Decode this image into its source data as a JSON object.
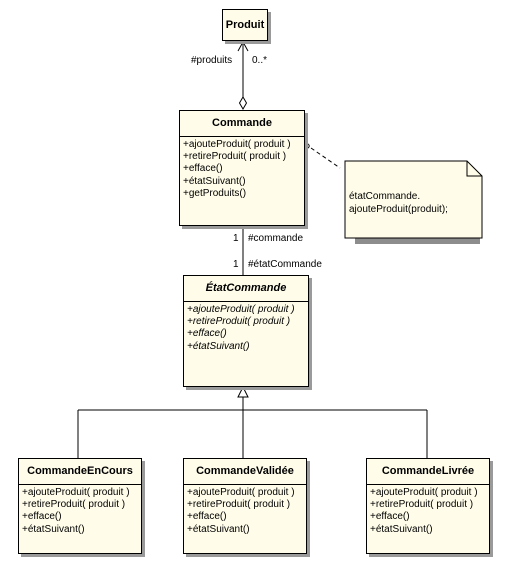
{
  "classes": {
    "produit": {
      "name": "Produit"
    },
    "commande": {
      "name": "Commande",
      "operations": [
        "+ajouteProduit( produit )",
        "+retireProduit( produit )",
        "+efface()",
        "+étatSuivant()",
        "+getProduits()"
      ]
    },
    "etat_commande": {
      "name": "ÉtatCommande",
      "operations": [
        "+ajouteProduit( produit )",
        "+retireProduit( produit )",
        "+efface()",
        "+étatSuivant()"
      ]
    },
    "commande_en_cours": {
      "name": "CommandeEnCours",
      "operations": [
        "+ajouteProduit( produit )",
        "+retireProduit( produit )",
        "+efface()",
        "+étatSuivant()"
      ]
    },
    "commande_validee": {
      "name": "CommandeValidée",
      "operations": [
        "+ajouteProduit( produit )",
        "+retireProduit( produit )",
        "+efface()",
        "+étatSuivant()"
      ]
    },
    "commande_livree": {
      "name": "CommandeLivrée",
      "operations": [
        "+ajouteProduit( produit )",
        "+retireProduit( produit )",
        "+efface()",
        "+étatSuivant()"
      ]
    }
  },
  "associations": {
    "produits": {
      "role": "#produits",
      "multiplicity": "0..*"
    },
    "commande_etat": {
      "role_commande": "#commande",
      "mult_commande": "1",
      "role_etat": "#étatCommande",
      "mult_etat": "1"
    }
  },
  "note": {
    "lines": [
      "étatCommande.",
      "ajouteProduit(produit);"
    ]
  }
}
